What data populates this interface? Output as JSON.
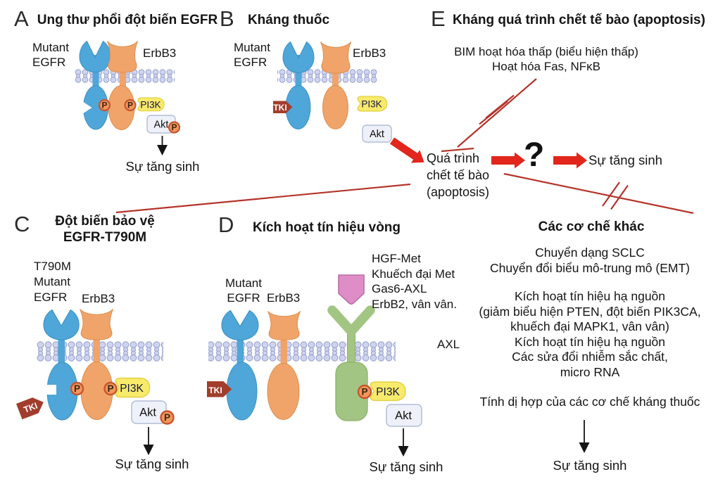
{
  "panels": {
    "a": {
      "letter": "A",
      "title": "Ung thư phổi đột biến EGFR",
      "mutant_label": "Mutant\nEGFR",
      "partner_label": "ErbB3",
      "proliferation": "Sự tăng sinh"
    },
    "b": {
      "letter": "B",
      "title": "Kháng thuốc",
      "mutant_label": "Mutant\nEGFR",
      "partner_label": "ErbB3"
    },
    "c": {
      "letter": "C",
      "title": "Đột biến bảo vệ\nEGFR-T790M",
      "mutant_label": "T790M\nMutant\nEGFR",
      "partner_label": "ErbB3",
      "proliferation": "Sự tăng sinh"
    },
    "d": {
      "letter": "D",
      "title": "Kích hoạt tín hiệu vòng",
      "mutant_label": "Mutant\nEGFR",
      "partner_label": "ErbB3",
      "ligand_list": "HGF-Met\nKhuếch đại Met\nGas6-AXL\nErbB2, vân vân.",
      "axl_label": "AXL",
      "proliferation": "Sự tăng sinh"
    },
    "e": {
      "letter": "E",
      "title": "Kháng quá trình chết tế bào (apoptosis)",
      "mechanisms": "BIM hoạt hóa thấp (biểu hiện thấp)\nHoạt hóa Fas, NFκB"
    }
  },
  "center": {
    "apoptosis_node": "Quá trình\nchết tế bào\n(apoptosis)",
    "question_mark": "?",
    "proliferation": "Sự tăng sinh"
  },
  "other_mechanisms": {
    "title": "Các cơ chế khác",
    "transformation": "Chuyển dạng SCLC\nChuyển đổi biểu mô-trung mô (EMT)",
    "downstream": "Kích hoạt tín hiệu hạ nguồn\n(giảm biểu hiện PTEN, đột biến PIK3CA,\nkhuếch đại MAPK1, vân vân)\nKích hoạt tín hiệu hạ nguồn\nCác sửa đổi nhiễm sắc chất,\nmicro RNA",
    "heterogeneity": "Tính dị hợp của các cơ chế kháng thuốc",
    "proliferation": "Sự tăng sinh"
  },
  "molecules": {
    "tki": "TKI",
    "pi3k": "PI3K",
    "akt": "Akt",
    "phospho": "P"
  },
  "colors": {
    "egfr_blue": "#4FA6D8",
    "erbb3_orange": "#F0A469",
    "membrane_lilac": "#CFD4EE",
    "membrane_outline": "#99A2D0",
    "tki_brick_red": "#A23D2C",
    "pi3k_yellow": "#F8EA6A",
    "akt_box_gray": "#EEF1F9",
    "phospho_orange": "#F2975B",
    "bypass_green": "#A3C584",
    "ligand_pink": "#DE8DC6",
    "thick_arrow_red": "#E2261C",
    "thin_line_red": "#B5342B"
  }
}
